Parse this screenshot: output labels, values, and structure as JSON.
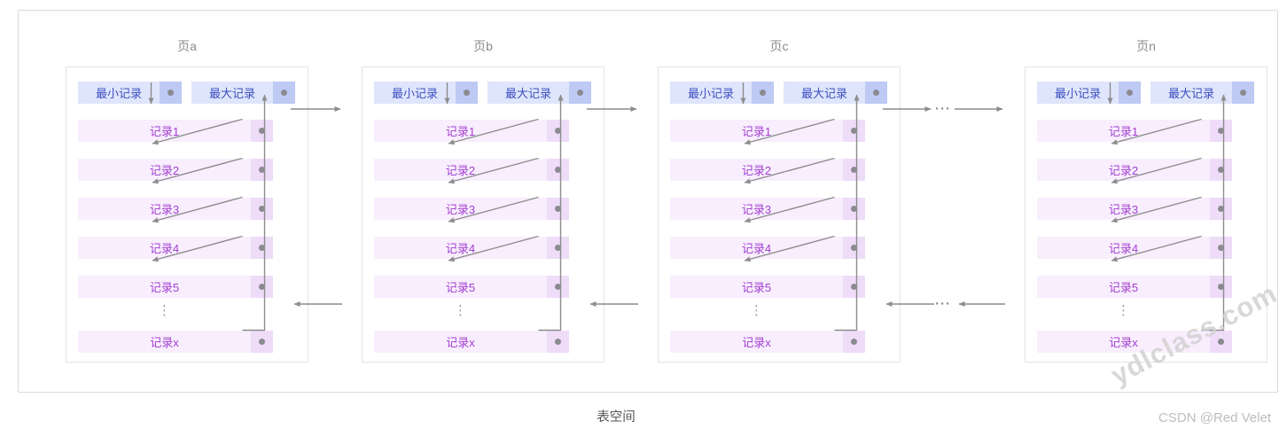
{
  "pages": [
    {
      "title": "页a",
      "min_record": "最小记录",
      "max_record": "最大记录",
      "records": [
        "记录1",
        "记录2",
        "记录3",
        "记录4",
        "记录5"
      ],
      "last_record": "记录x"
    },
    {
      "title": "页b",
      "min_record": "最小记录",
      "max_record": "最大记录",
      "records": [
        "记录1",
        "记录2",
        "记录3",
        "记录4",
        "记录5"
      ],
      "last_record": "记录x"
    },
    {
      "title": "页c",
      "min_record": "最小记录",
      "max_record": "最大记录",
      "records": [
        "记录1",
        "记录2",
        "记录3",
        "记录4",
        "记录5"
      ],
      "last_record": "记录x"
    },
    {
      "title": "页n",
      "min_record": "最小记录",
      "max_record": "最大记录",
      "records": [
        "记录1",
        "记录2",
        "记录3",
        "记录4",
        "记录5"
      ],
      "last_record": "记录x"
    }
  ],
  "ellipsis": {
    "vertical": "⋮",
    "horizontal": "···"
  },
  "footer_label": "表空间",
  "watermark": "ydlclass.com",
  "credit": "CSDN @Red Velet",
  "colors": {
    "header_bg": "#dfe5fb",
    "header_cell": "#bec9f4",
    "header_text": "#3b4fc1",
    "record_bg": "#f8eefd",
    "record_cell": "#eedcf9",
    "record_text": "#a23fd0",
    "dot": "#8a8a8f",
    "arrow": "#8c8c8c",
    "page_border": "#e4e4e6",
    "outer_border": "#dadada",
    "title_text": "#8b8b8b",
    "footer_text": "#545454",
    "credit_text": "#bdbdbd",
    "watermark_text": "#d2d2d2"
  }
}
